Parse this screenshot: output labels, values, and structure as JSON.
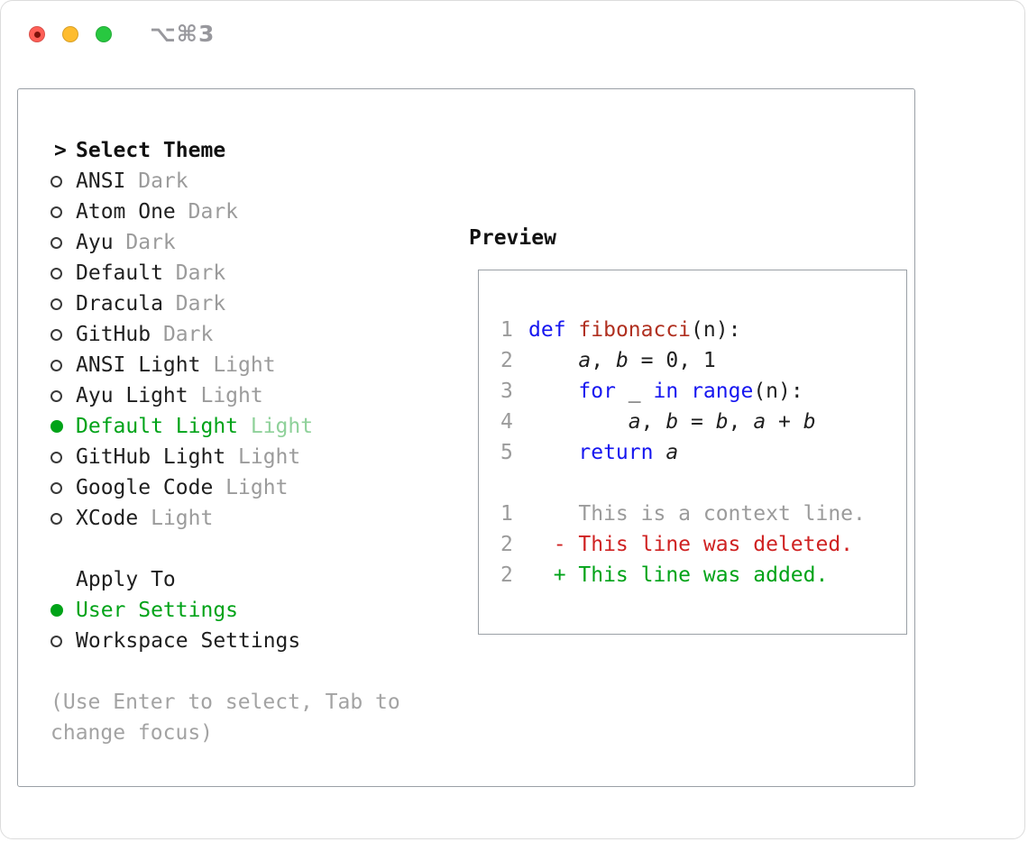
{
  "window": {
    "shortcut": "⌥⌘3"
  },
  "colors": {
    "accent_green": "#00a318",
    "accent_green_muted": "#8fd19a",
    "keyword_blue": "#1616f0",
    "function_red": "#b03020",
    "deleted_red": "#cf2222",
    "added_green": "#00a318",
    "muted_gray": "#9b9b9b",
    "text_dark": "#1f1f1f",
    "border_gray": "#9aa0a6",
    "traffic_red": "#ff5f57",
    "traffic_yellow": "#febc2e",
    "traffic_green": "#28c840"
  },
  "theme_selector": {
    "cursor": ">",
    "title": "Select Theme",
    "items": [
      {
        "name": "ANSI",
        "variant": "Dark",
        "selected": false
      },
      {
        "name": "Atom One",
        "variant": "Dark",
        "selected": false
      },
      {
        "name": "Ayu",
        "variant": "Dark",
        "selected": false
      },
      {
        "name": "Default",
        "variant": "Dark",
        "selected": false
      },
      {
        "name": "Dracula",
        "variant": "Dark",
        "selected": false
      },
      {
        "name": "GitHub",
        "variant": "Dark",
        "selected": false
      },
      {
        "name": "ANSI Light",
        "variant": "Light",
        "selected": false
      },
      {
        "name": "Ayu Light",
        "variant": "Light",
        "selected": false
      },
      {
        "name": "Default Light",
        "variant": "Light",
        "selected": true
      },
      {
        "name": "GitHub Light",
        "variant": "Light",
        "selected": false
      },
      {
        "name": "Google Code",
        "variant": "Light",
        "selected": false
      },
      {
        "name": "XCode",
        "variant": "Light",
        "selected": false
      }
    ],
    "apply_to": {
      "title": "Apply To",
      "options": [
        {
          "label": "User Settings",
          "selected": true
        },
        {
          "label": "Workspace Settings",
          "selected": false
        }
      ]
    },
    "help_text": "(Use Enter to select, Tab to change focus)"
  },
  "preview": {
    "title": "Preview",
    "code": {
      "lines": [
        {
          "num": "1",
          "tokens": [
            {
              "t": "kw",
              "v": "def"
            },
            {
              "t": "plain",
              "v": " "
            },
            {
              "t": "fn",
              "v": "fibonacci"
            },
            {
              "t": "plain",
              "v": "(n):"
            }
          ]
        },
        {
          "num": "2",
          "tokens": [
            {
              "t": "plain",
              "v": "    "
            },
            {
              "t": "var",
              "v": "a"
            },
            {
              "t": "plain",
              "v": ", "
            },
            {
              "t": "var",
              "v": "b"
            },
            {
              "t": "plain",
              "v": " = 0, 1"
            }
          ]
        },
        {
          "num": "3",
          "tokens": [
            {
              "t": "plain",
              "v": "    "
            },
            {
              "t": "kw",
              "v": "for"
            },
            {
              "t": "plain",
              "v": " "
            },
            {
              "t": "var",
              "v": "_"
            },
            {
              "t": "plain",
              "v": " "
            },
            {
              "t": "kw",
              "v": "in"
            },
            {
              "t": "plain",
              "v": " "
            },
            {
              "t": "kw",
              "v": "range"
            },
            {
              "t": "plain",
              "v": "(n):"
            }
          ]
        },
        {
          "num": "4",
          "tokens": [
            {
              "t": "plain",
              "v": "        "
            },
            {
              "t": "var",
              "v": "a"
            },
            {
              "t": "plain",
              "v": ", "
            },
            {
              "t": "var",
              "v": "b"
            },
            {
              "t": "plain",
              "v": " = "
            },
            {
              "t": "var",
              "v": "b"
            },
            {
              "t": "plain",
              "v": ", "
            },
            {
              "t": "var",
              "v": "a"
            },
            {
              "t": "plain",
              "v": " + "
            },
            {
              "t": "var",
              "v": "b"
            }
          ]
        },
        {
          "num": "5",
          "tokens": [
            {
              "t": "plain",
              "v": "    "
            },
            {
              "t": "kw",
              "v": "return"
            },
            {
              "t": "plain",
              "v": " "
            },
            {
              "t": "var",
              "v": "a"
            }
          ]
        }
      ]
    },
    "diff": {
      "lines": [
        {
          "num": "1",
          "type": "context",
          "text": "    This is a context line."
        },
        {
          "num": "2",
          "type": "deleted",
          "text": "  - This line was deleted."
        },
        {
          "num": "2",
          "type": "added",
          "text": "  + This line was added."
        }
      ]
    }
  }
}
